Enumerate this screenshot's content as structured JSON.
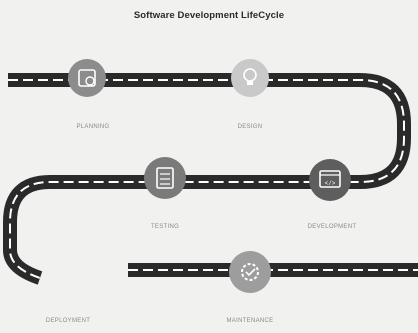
{
  "title": "Software Development LifeCycle",
  "stages": [
    {
      "label": "PLANNING",
      "icon": "planning-icon",
      "color": "#8c8c8c"
    },
    {
      "label": "DESIGN",
      "icon": "lightbulb-icon",
      "color": "#c9c9c9"
    },
    {
      "label": "DEVELOPMENT",
      "icon": "code-window-icon",
      "color": "#5e5e5e"
    },
    {
      "label": "TESTING",
      "icon": "checklist-icon",
      "color": "#7a7a7a"
    },
    {
      "label": "MAINTENANCE",
      "icon": "gear-check-icon",
      "color": "#9d9d9d"
    },
    {
      "label": "DEPLOYMENT",
      "icon": "deployment-icon",
      "color": "#6a6a6a"
    }
  ],
  "colors": {
    "road": "#2a2a2a",
    "dash": "#ffffff",
    "background": "#f1f1ef"
  }
}
